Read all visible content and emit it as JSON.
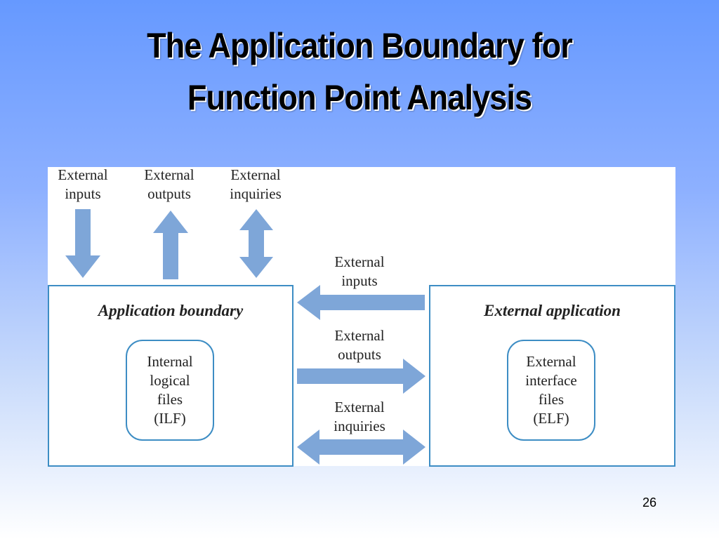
{
  "slide": {
    "title_line1": "The Application Boundary for",
    "title_line2": "Function Point Analysis",
    "page_number": "26"
  },
  "diagram": {
    "top_labels": [
      {
        "line1": "External",
        "line2": "inputs"
      },
      {
        "line1": "External",
        "line2": "outputs"
      },
      {
        "line1": "External",
        "line2": "inquiries"
      }
    ],
    "middle_labels": [
      {
        "line1": "External",
        "line2": "inputs"
      },
      {
        "line1": "External",
        "line2": "outputs"
      },
      {
        "line1": "External",
        "line2": "inquiries"
      }
    ],
    "left_box": {
      "title": "Application boundary",
      "inner_lines": [
        "Internal",
        "logical",
        "files",
        "(ILF)"
      ]
    },
    "right_box": {
      "title": "External application",
      "inner_lines": [
        "External",
        "interface",
        "files",
        "(ELF)"
      ]
    },
    "arrow_color": "#7ea6d8",
    "box_border_color": "#3d8dc4"
  }
}
